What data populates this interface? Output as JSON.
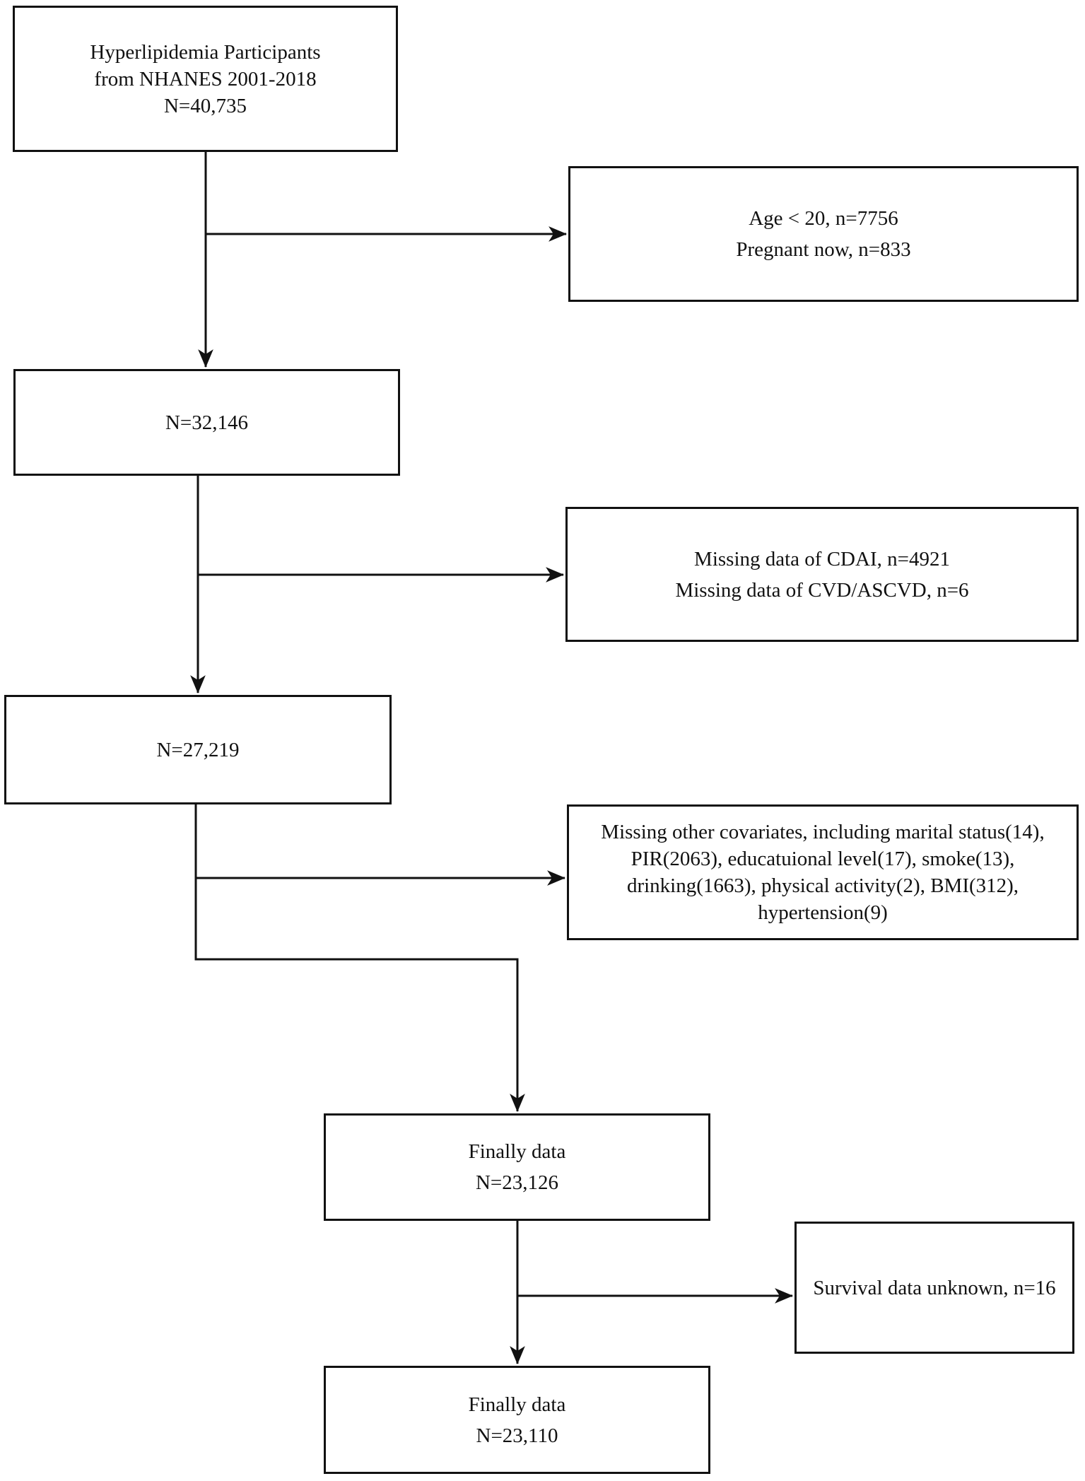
{
  "colors": {
    "box_border": "#111111",
    "text": "#111111",
    "background": "#ffffff",
    "arrow": "#111111"
  },
  "boxes": {
    "source": {
      "lines": [
        "Hyperlipidemia Participants",
        "from NHANES 2001-2018",
        "N=40,735"
      ]
    },
    "excluded_age_pregnant": {
      "lines": [
        "Age < 20, n=7756",
        "Pregnant now, n=833"
      ]
    },
    "after_age_exclusion": {
      "lines": [
        "N=32,146"
      ]
    },
    "excluded_missing_cdai": {
      "lines": [
        "Missing data of CDAI, n=4921",
        "Missing data of CVD/ASCVD, n=6"
      ]
    },
    "after_cdai_exclusion": {
      "lines": [
        "N=27,219"
      ]
    },
    "excluded_missing_covariates": {
      "lines": [
        "Missing other covariates, including marital status(14),",
        "PIR(2063), educatuional level(17), smoke(13),",
        "drinking(1663), physical activity(2), BMI(312),",
        "hypertension(9)"
      ]
    },
    "final_data_before_survival": {
      "lines": [
        "Finally data",
        "N=23,126"
      ]
    },
    "excluded_survival_unknown": {
      "lines": [
        "Survival data unknown, n=16"
      ]
    },
    "final_data": {
      "lines": [
        "Finally data",
        "N=23,110"
      ]
    }
  }
}
